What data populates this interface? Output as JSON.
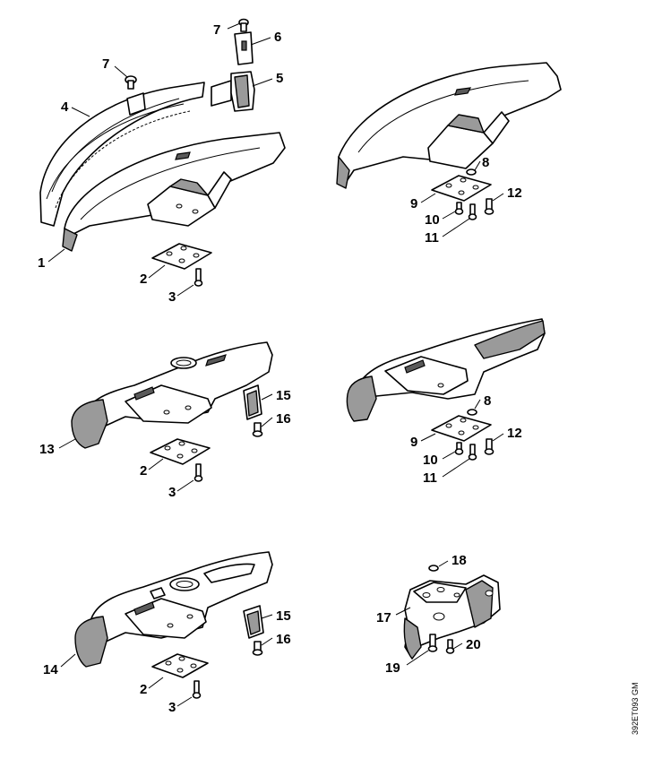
{
  "labels": {
    "n1": "1",
    "n2a": "2",
    "n3a": "3",
    "n4": "4",
    "n5": "5",
    "n6": "6",
    "n7a": "7",
    "n7b": "7",
    "n8a": "8",
    "n9a": "9",
    "n10a": "10",
    "n11a": "11",
    "n12a": "12",
    "n13": "13",
    "n2b": "2",
    "n3b": "3",
    "n15a": "15",
    "n16a": "16",
    "n8b": "8",
    "n9b": "9",
    "n10b": "10",
    "n11b": "11",
    "n12b": "12",
    "n14": "14",
    "n2c": "2",
    "n3c": "3",
    "n15b": "15",
    "n16b": "16",
    "n17": "17",
    "n18": "18",
    "n19": "19",
    "n20": "20"
  },
  "drawing_code": "392ET093 GM"
}
